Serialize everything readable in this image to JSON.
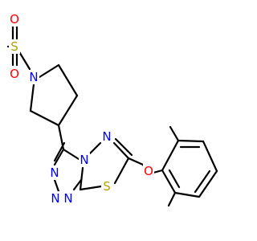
{
  "molecule": {
    "atoms": {
      "o1": "O",
      "s_sulfonyl": "S",
      "o2": "O",
      "n_pip": "N",
      "n_tri_a": "N",
      "n_thiad": "N",
      "n_bridge": "N",
      "n_tri_b": "N",
      "n_tri_c": "N",
      "s_ring": "S",
      "o_ether": "O"
    },
    "colors": {
      "bond": "#000000",
      "oxygen": "#ff0000",
      "sulfur": "#b3a200",
      "nitrogen": "#0000ff"
    }
  }
}
